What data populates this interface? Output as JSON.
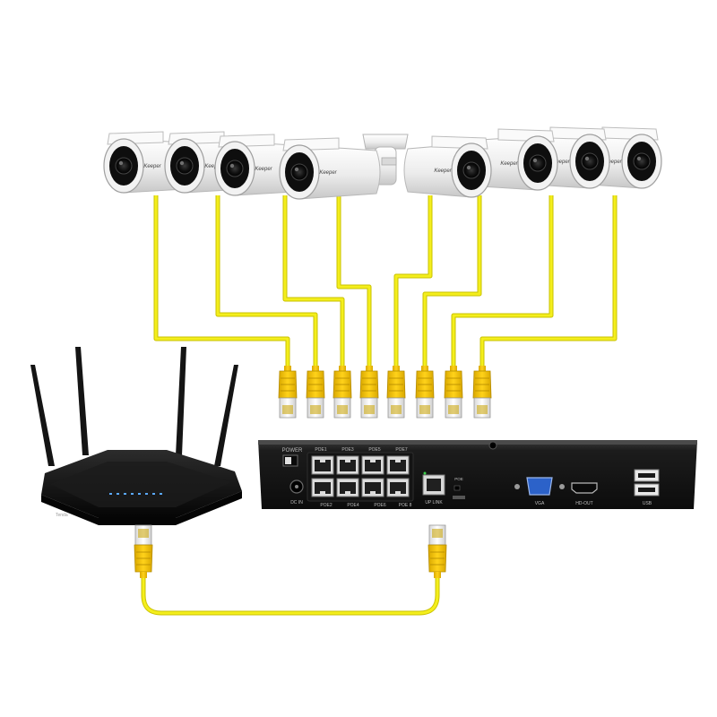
{
  "colors": {
    "cable": "#f4ee1c",
    "cable_edge": "#c9c100",
    "connector": "#f2c400",
    "nvr_body": "#1b1b1b",
    "router_body": "#111111",
    "camera_body": "#f5f5f5",
    "port_label": "#bdbdbd"
  },
  "icons": [
    "bullet-camera-icon",
    "rj45-connector-icon",
    "router-icon",
    "nvr-icon"
  ],
  "cameras": {
    "count": 8,
    "brand_mark": "Keeper"
  },
  "nvr": {
    "power_label": "POWER",
    "dc_label": "DC IN",
    "poe_ports_top": [
      "POE1",
      "POE3",
      "POE5",
      "POE7"
    ],
    "poe_ports_bottom": [
      "POE2",
      "POE4",
      "POE6",
      "POE 8"
    ],
    "uplink_label": "UP LINK",
    "poe_indicator_label": "POE",
    "vga_label": "VGA",
    "hdmi_label": "HD-OUT",
    "usb_label": "USB"
  },
  "router": {
    "brand": "Tenda"
  }
}
